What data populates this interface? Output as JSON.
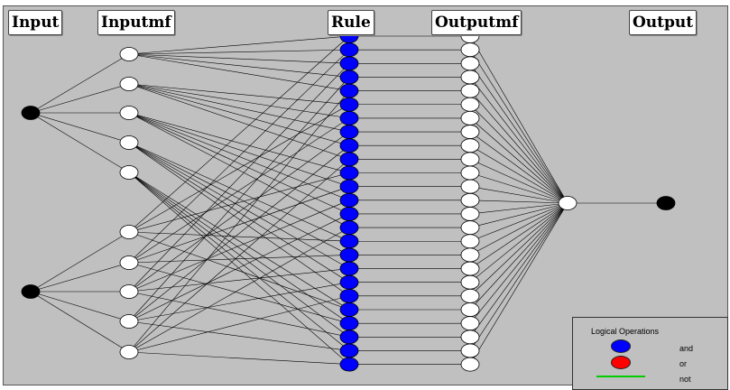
{
  "labels": {
    "input": "Input",
    "inputmf": "Inputmf",
    "rule": "Rule",
    "outputmf": "Outputmf",
    "output": "Output"
  },
  "network": {
    "inputs": 2,
    "inputmf_per_input": 5,
    "rules": 25,
    "outputmf": 25,
    "outputs": 1
  },
  "legend": {
    "title": "Logical Operations",
    "items": [
      {
        "label": "and",
        "color": "#0000ff"
      },
      {
        "label": "or",
        "color": "#ff0000"
      },
      {
        "label": "not",
        "color": "#00cc00"
      }
    ]
  },
  "colors": {
    "background": "#c0c0c0",
    "input_node": "#000000",
    "mf_node": "#ffffff",
    "rule_node": "#0000ff",
    "edge": "#000000"
  }
}
